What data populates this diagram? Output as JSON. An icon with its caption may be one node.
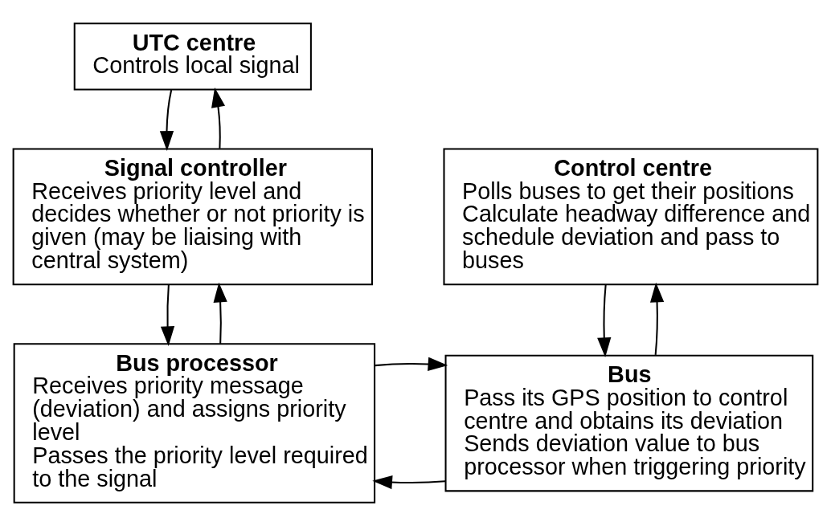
{
  "diagram": {
    "nodes": [
      {
        "text": [
          "UTC centre",
          "Controls local signal"
        ]
      },
      {
        "text": [
          "Signal controller",
          "Receives priority level and decides whether or not priority is given (may be liaising with central system)"
        ]
      },
      {
        "text": [
          "Control centre",
          "Polls buses to get their positions",
          "Calculate headway difference and schedule deviation and pass to buses"
        ]
      },
      {
        "text": [
          "Bus processor",
          "Receives priority message (deviation) and assigns priority level",
          "Passes the priority level required to the signal"
        ]
      },
      {
        "text": [
          "Bus",
          "Pass its GPS position to control centre and obtains its deviation",
          "Sends deviation value to bus processor when triggering priority"
        ]
      }
    ],
    "edges": [
      {
        "from": 1,
        "to": 0,
        "arrow": "to"
      },
      {
        "from": 0,
        "to": 1,
        "arrow": "to"
      },
      {
        "from": 3,
        "to": 1,
        "arrow": "to"
      },
      {
        "from": 1,
        "to": 3,
        "arrow": "to"
      },
      {
        "from": 4,
        "to": 2,
        "arrow": "to"
      },
      {
        "from": 2,
        "to": 4,
        "arrow": "to"
      },
      {
        "from": 4,
        "to": 3,
        "arrow": "to"
      },
      {
        "from": 3,
        "to": 4,
        "arrow": "to"
      }
    ]
  }
}
